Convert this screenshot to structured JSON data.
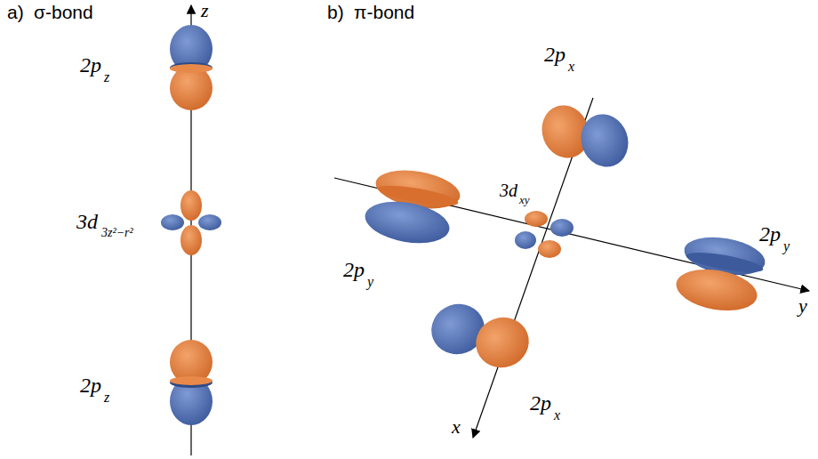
{
  "diagram": {
    "labels": [
      "a)",
      "σ-bond",
      "z",
      "2p",
      "z",
      "3d",
      "3z²−r²",
      "2p",
      "z",
      "b)",
      "π-bond",
      "2p",
      "x",
      "3d",
      "xy",
      "2p",
      "y",
      "2p",
      "y",
      "2p",
      "x",
      "x",
      "y"
    ]
  }
}
